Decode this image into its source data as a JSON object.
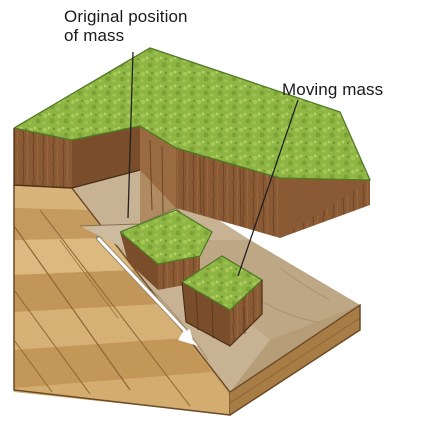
{
  "labels": {
    "original_position_line1": "Original position",
    "original_position_line2": "of mass",
    "moving_mass": "Moving mass"
  },
  "colors": {
    "grass_light": "#9cc04a",
    "grass_mid": "#7fa63a",
    "grass_dark": "#5e8a2c",
    "soil_front": "#8a5a34",
    "soil_dark": "#5e3a20",
    "bedrock_light": "#d9b77e",
    "bedrock_mid": "#c49a5e",
    "bedrock_dark": "#a87d45",
    "scar_surface": "#c9b59a",
    "arrow": "#ffffff",
    "leader_line": "#222222"
  }
}
